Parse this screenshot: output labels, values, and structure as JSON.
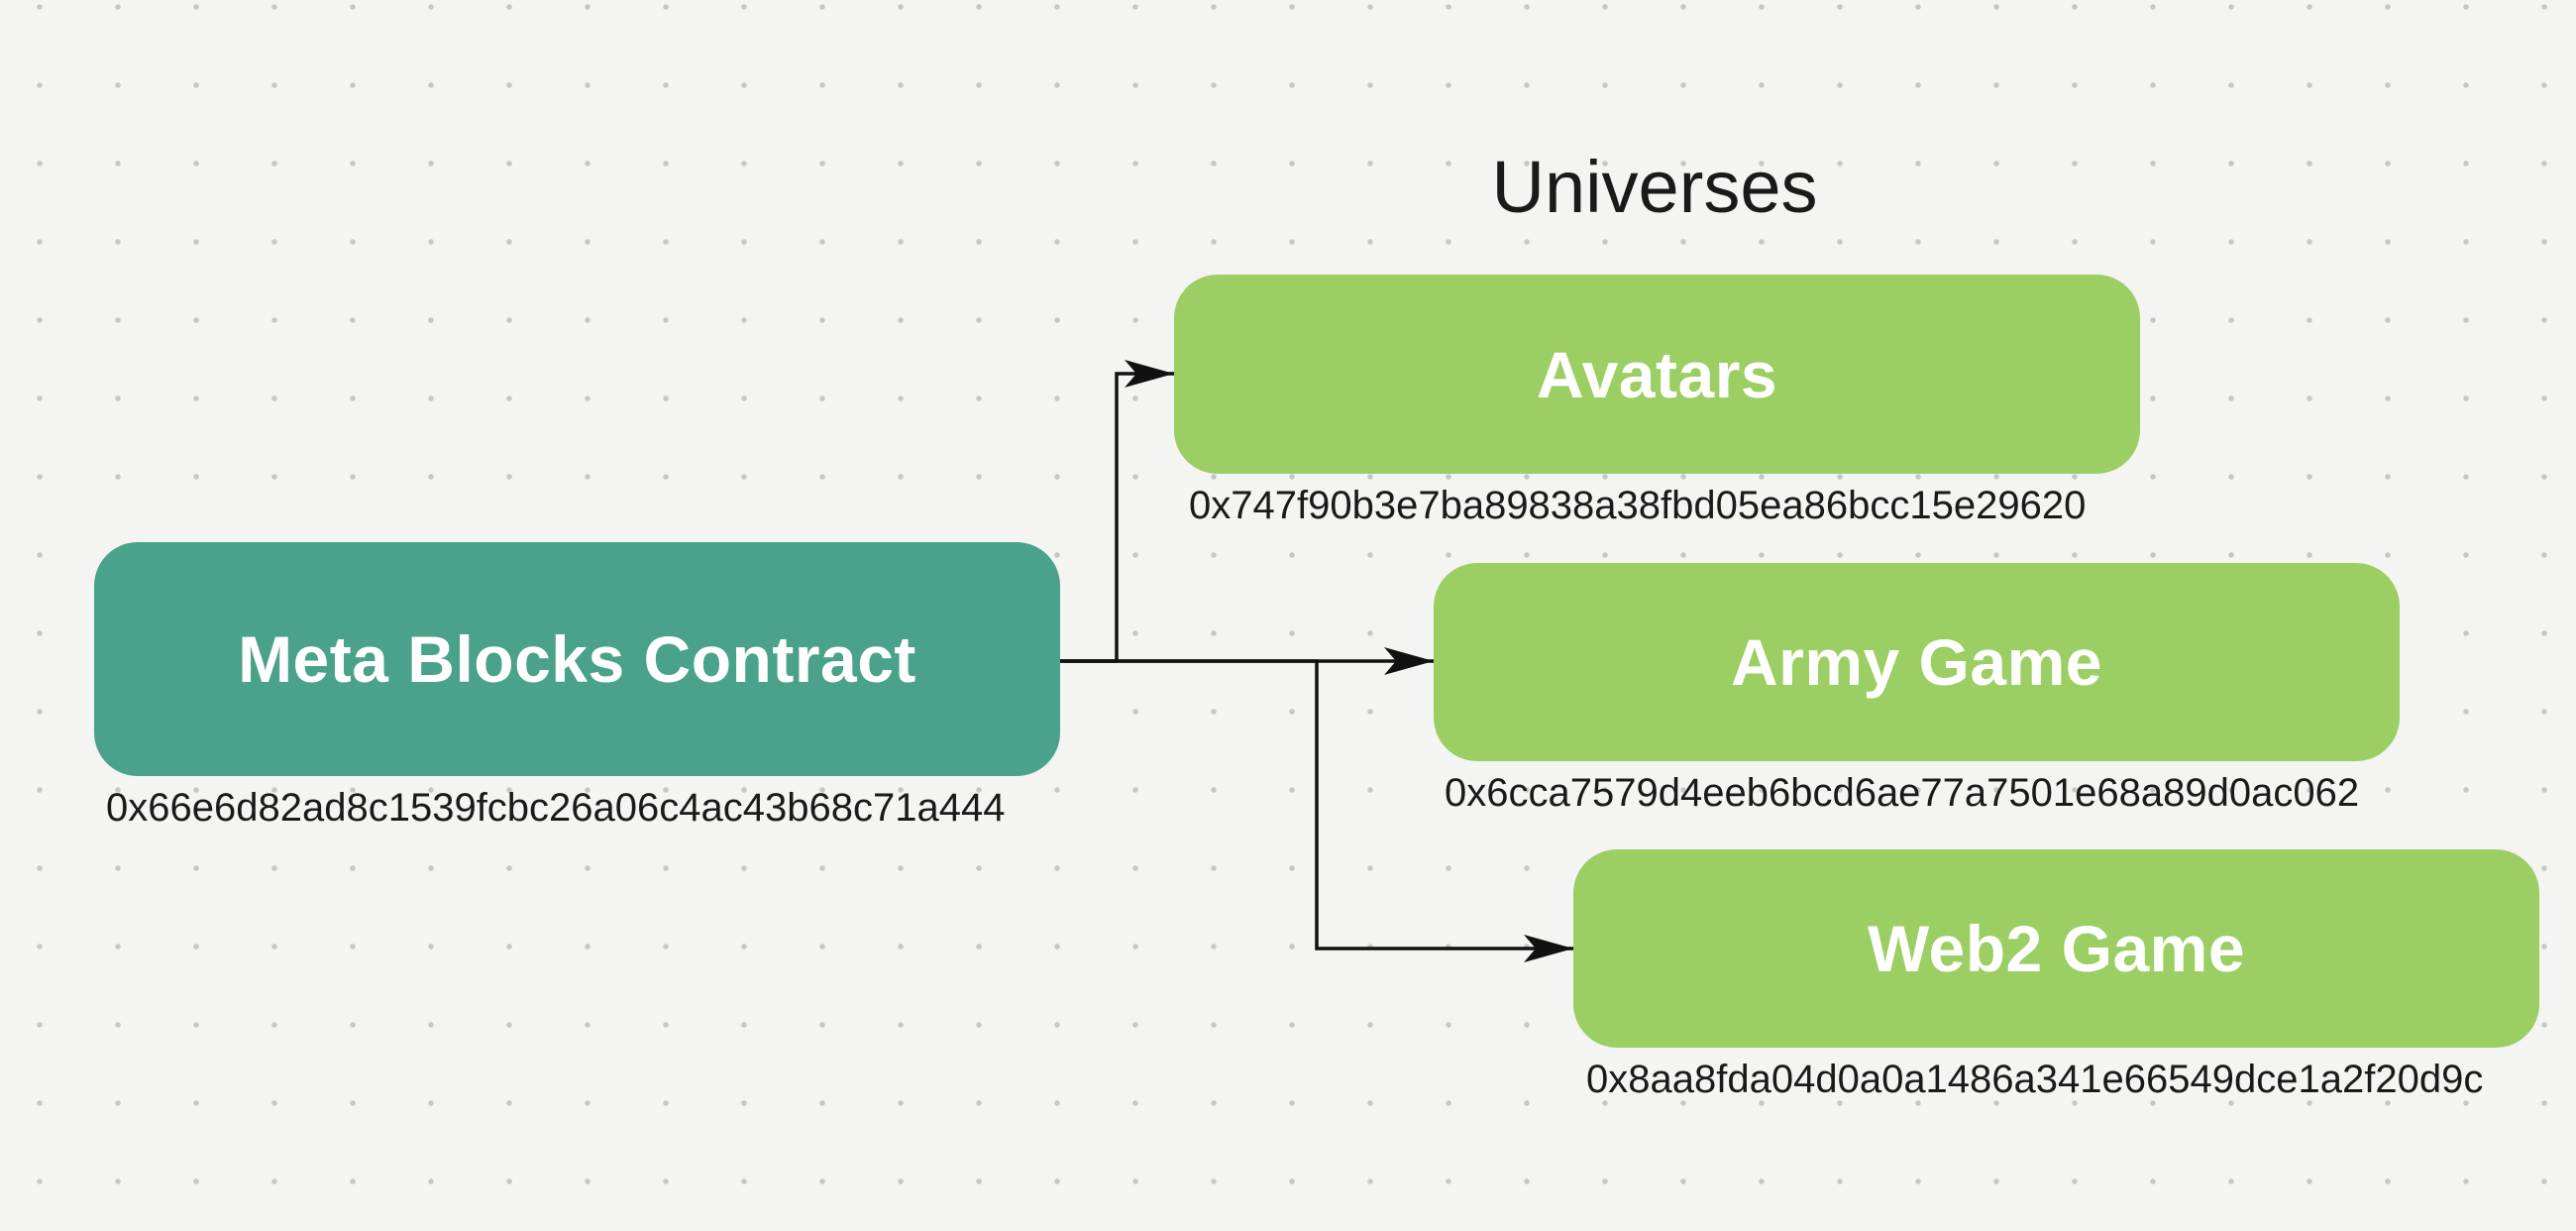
{
  "title": "Universes",
  "colors": {
    "bg": "#f4f4f3",
    "dot": "#c6c6c6",
    "teal": "#4BA28A",
    "green": "#9BCE63",
    "line": "#111111",
    "label": "#ffffff",
    "address": "#1a1a1a",
    "title": "#1a1a1a"
  },
  "nodes": [
    {
      "id": "meta-blocks-contract",
      "kind": "contract",
      "label": "Meta Blocks Contract",
      "address": "0x66e6d82ad8c1539fcbc26a06c4ac43b68c71a444"
    },
    {
      "id": "avatars",
      "kind": "universe",
      "label": "Avatars",
      "address": "0x747f90b3e7ba89838a38fbd05ea86bcc15e29620"
    },
    {
      "id": "army-game",
      "kind": "universe",
      "label": "Army Game",
      "address": "0x6cca7579d4eeb6bcd6ae77a7501e68a89d0ac062"
    },
    {
      "id": "web2-game",
      "kind": "universe",
      "label": "Web2 Game",
      "address": "0x8aa8fda04d0a0a1486a341e66549dce1a2f20d9c"
    }
  ],
  "edges": [
    {
      "from": "meta-blocks-contract",
      "to": "avatars"
    },
    {
      "from": "meta-blocks-contract",
      "to": "army-game"
    },
    {
      "from": "meta-blocks-contract",
      "to": "web2-game"
    }
  ]
}
